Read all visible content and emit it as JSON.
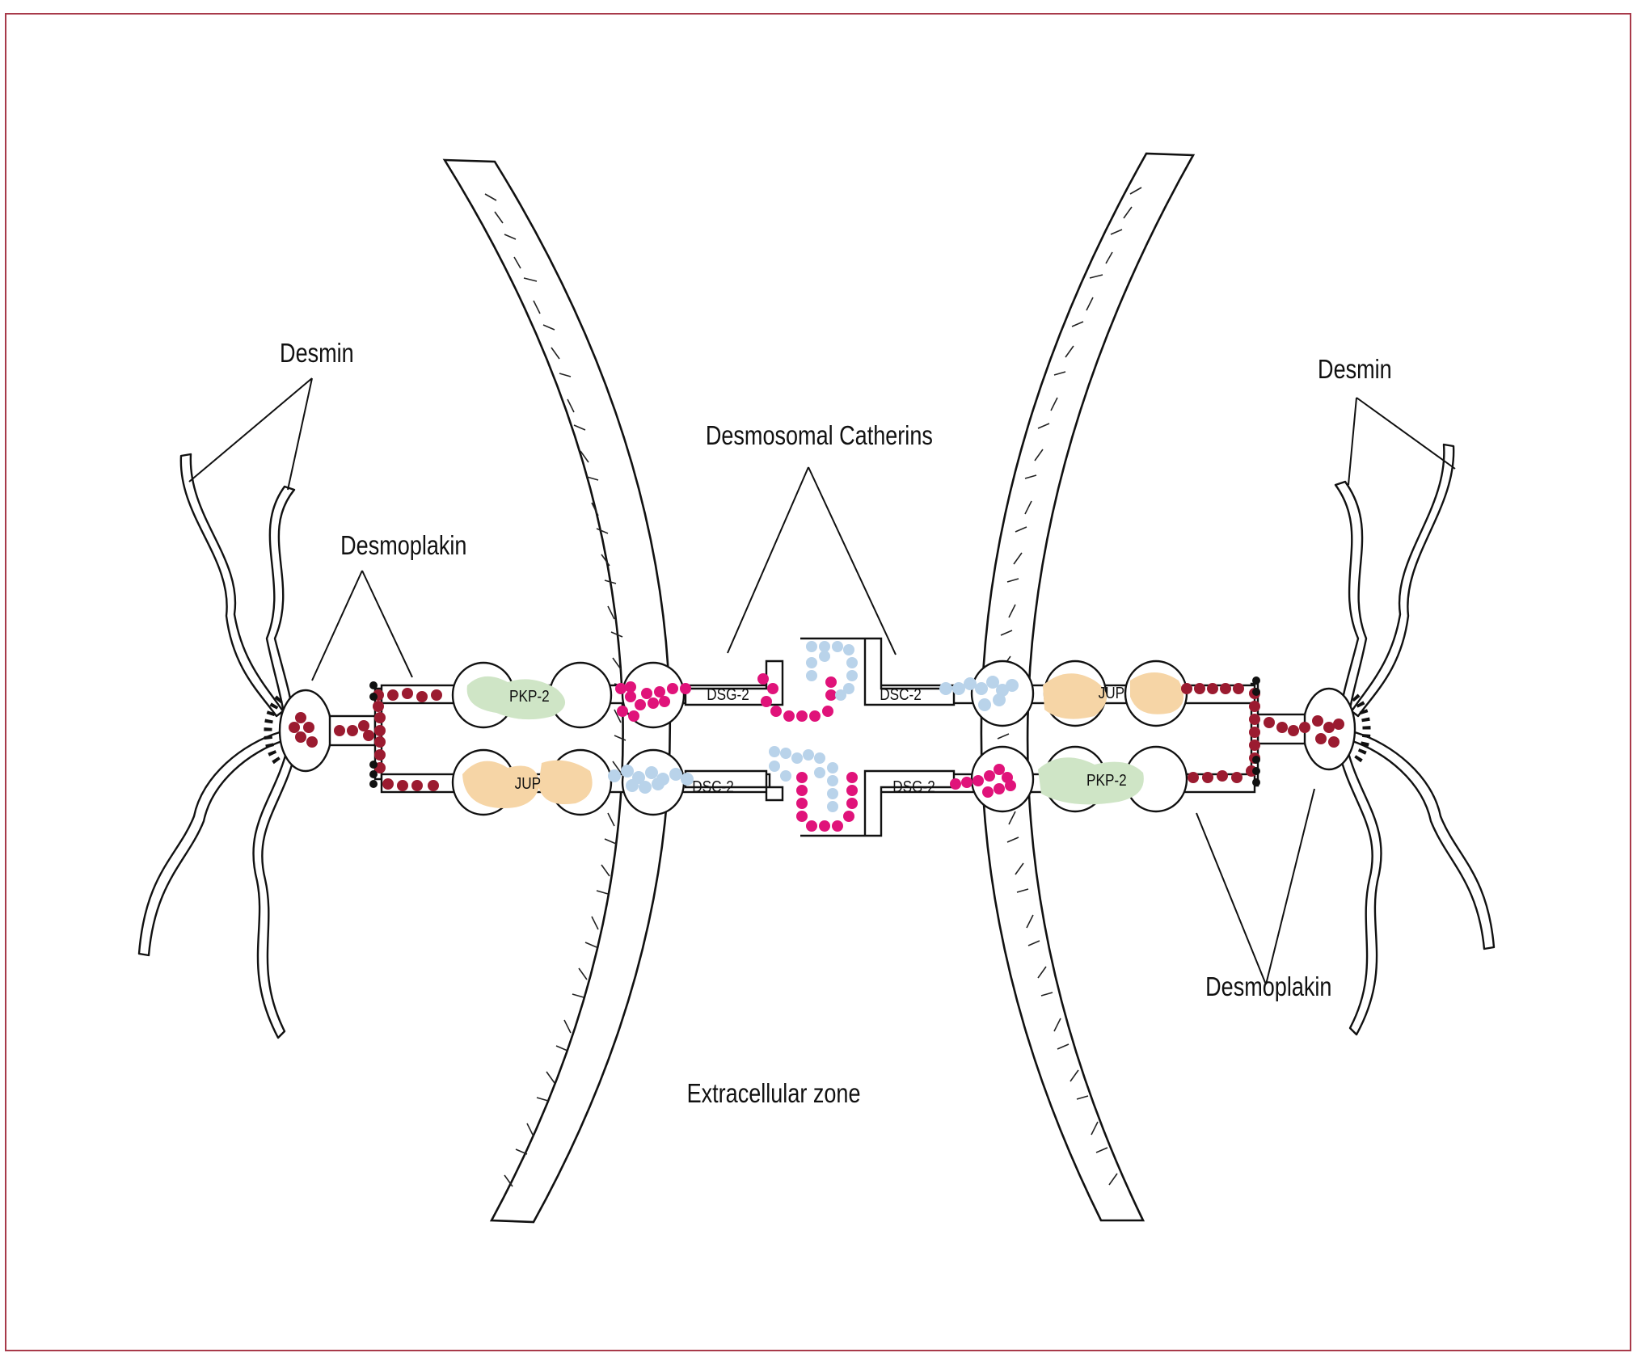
{
  "labels": {
    "desmin_left": "Desmin",
    "desmin_right": "Desmin",
    "desmoplakin_left": "Desmoplakin",
    "desmoplakin_right": "Desmoplakin",
    "desmosomal_catherins": "Desmosomal Catherins",
    "extracellular_zone": "Extracellular zone"
  },
  "proteins": {
    "pkp2_left": "PKP-2",
    "jup_left": "JUP",
    "dsg2_top": "DSG-2",
    "dsc2_top": "DSC-2",
    "jup_right": "JUP",
    "dsc2_bottom": "DSC-2",
    "dsg2_bottom": "DSG-2",
    "pkp2_right": "PKP-2"
  },
  "colors": {
    "frame": "#a83a4a",
    "desmoplakin_beads": "#9b1b30",
    "cadherin_magenta": "#e0137a",
    "cadherin_light_blue": "#b9d3ea",
    "pkp2_green": "#cfe5c6",
    "jup_peach": "#f6d5a6",
    "anchor_black": "#111111"
  }
}
